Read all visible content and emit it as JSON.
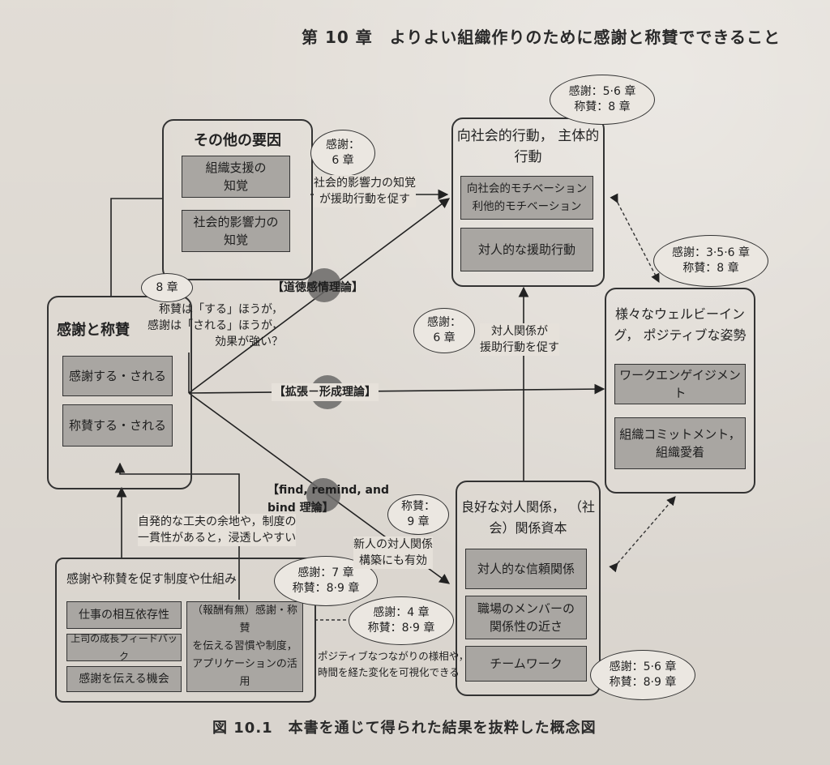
{
  "header": {
    "chapter_title": "第 10 章　よりよい組織作りのために感謝と称賛でできること"
  },
  "caption": "図 10.1　本書を通じて得られた結果を抜粋した概念図",
  "boxes": {
    "other_factors": {
      "title": "その他の要因",
      "items": [
        "組織支援の\n知覚",
        "社会的影響力の\n知覚"
      ]
    },
    "gratitude_praise": {
      "title": "感謝と称賛",
      "items": [
        "感謝する・される",
        "称賛する・される"
      ]
    },
    "prosocial": {
      "title": "向社会的行動，\n主体的行動",
      "items": [
        "向社会的モチベーション\n利他的モチベーション",
        "対人的な援助行動"
      ]
    },
    "wellbeing": {
      "title": "様々なウェルビーイング，\nポジティブな姿勢",
      "items": [
        "ワークエンゲイジメント",
        "組織コミットメント，\n組織愛着"
      ]
    },
    "relationships": {
      "title": "良好な対人関係，\n（社会）関係資本",
      "items": [
        "対人的な信頼関係",
        "職場のメンバーの\n関係性の近さ",
        "チームワーク"
      ]
    },
    "systems": {
      "title": "感謝や称賛を促す制度や仕組み",
      "items": [
        "仕事の相互依存性",
        "上司の成長フィードバック",
        "感謝を伝える機会",
        "（報酬有無）感謝・称賛\nを伝える習慣や制度，\nアプリケーションの活用"
      ]
    }
  },
  "bubbles": {
    "b_social_influence": "感謝：\n6 章",
    "b_prosocial": "感謝：5·6 章\n称賛：8 章",
    "b_wellbeing": "感謝：3·5·6 章\n称賛：8 章",
    "b_praise8": "8 章",
    "b_relationship_help": "感謝：\n6 章",
    "b_newcomer": "称賛：\n9 章",
    "b_systems": "感謝：7 章\n称賛：8·9 章",
    "b_positive": "感謝：4 章\n称賛：8·9 章",
    "b_teamwork": "感謝：5·6 章\n称賛：8·9 章"
  },
  "labels": {
    "social_influence_arrow": "社会的影響力の知覚\nが援助行動を促す",
    "praise_note": "称賛は「する」ほうが，\n感謝は「される」ほうが，\n効果が強い？",
    "relationship_help": "対人関係が\n援助行動を促す",
    "newcomer": "新人の対人関係\n構築にも有効",
    "autonomy": "自発的な工夫の余地や，制度の\n一貫性があると，浸透しやすい",
    "positive_connections": "ポジティブなつながりの様相や，\n時間を経た変化を可視化できる"
  },
  "theories": {
    "moral_affect": "【道徳感情理論】",
    "broaden_build": "【拡張－形成理論】",
    "find_remind_bind": "【find, remind, and\nbind 理論】"
  }
}
